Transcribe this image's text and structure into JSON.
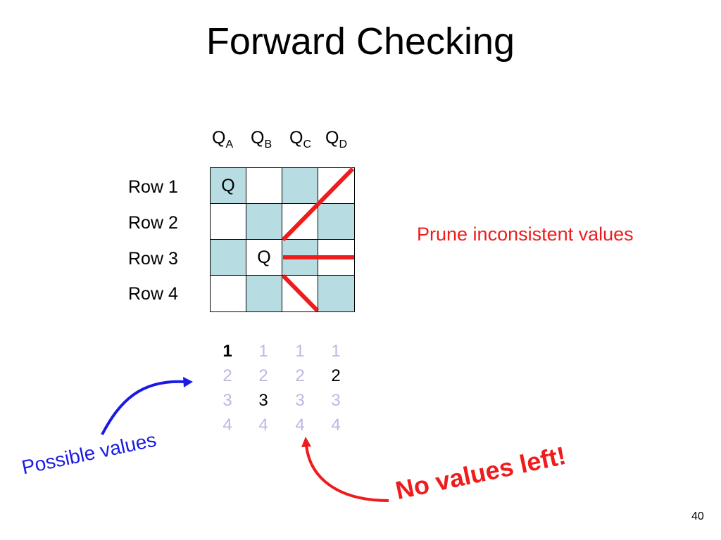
{
  "title": "Forward Checking",
  "columns": [
    {
      "main": "Q",
      "sub": "A"
    },
    {
      "main": "Q",
      "sub": "B"
    },
    {
      "main": "Q",
      "sub": "C"
    },
    {
      "main": "Q",
      "sub": "D"
    }
  ],
  "rows": [
    "Row 1",
    "Row 2",
    "Row 3",
    "Row 4"
  ],
  "board": [
    [
      "Q",
      "",
      "",
      ""
    ],
    [
      "",
      "",
      "",
      ""
    ],
    [
      "",
      "Q",
      "",
      ""
    ],
    [
      "",
      "",
      "",
      ""
    ]
  ],
  "colors": {
    "dark_square": "#b7dde2",
    "prune_red": "#ee1c1c",
    "possible_blue": "#1a1ae6",
    "faded_value": "#b9b9e3"
  },
  "prune_label": "Prune inconsistent values",
  "domains": [
    {
      "values": [
        {
          "v": "1",
          "state": "bold"
        },
        {
          "v": "2",
          "state": "faded"
        },
        {
          "v": "3",
          "state": "faded"
        },
        {
          "v": "4",
          "state": "faded"
        }
      ]
    },
    {
      "values": [
        {
          "v": "1",
          "state": "faded"
        },
        {
          "v": "2",
          "state": "faded"
        },
        {
          "v": "3",
          "state": "kept"
        },
        {
          "v": "4",
          "state": "faded"
        }
      ]
    },
    {
      "values": [
        {
          "v": "1",
          "state": "faded"
        },
        {
          "v": "2",
          "state": "faded"
        },
        {
          "v": "3",
          "state": "faded"
        },
        {
          "v": "4",
          "state": "faded"
        }
      ]
    },
    {
      "values": [
        {
          "v": "1",
          "state": "faded"
        },
        {
          "v": "2",
          "state": "kept"
        },
        {
          "v": "3",
          "state": "faded"
        },
        {
          "v": "4",
          "state": "faded"
        }
      ]
    }
  ],
  "possible_label": "Possible values",
  "no_values_label": "No values left!",
  "page_number": "40"
}
